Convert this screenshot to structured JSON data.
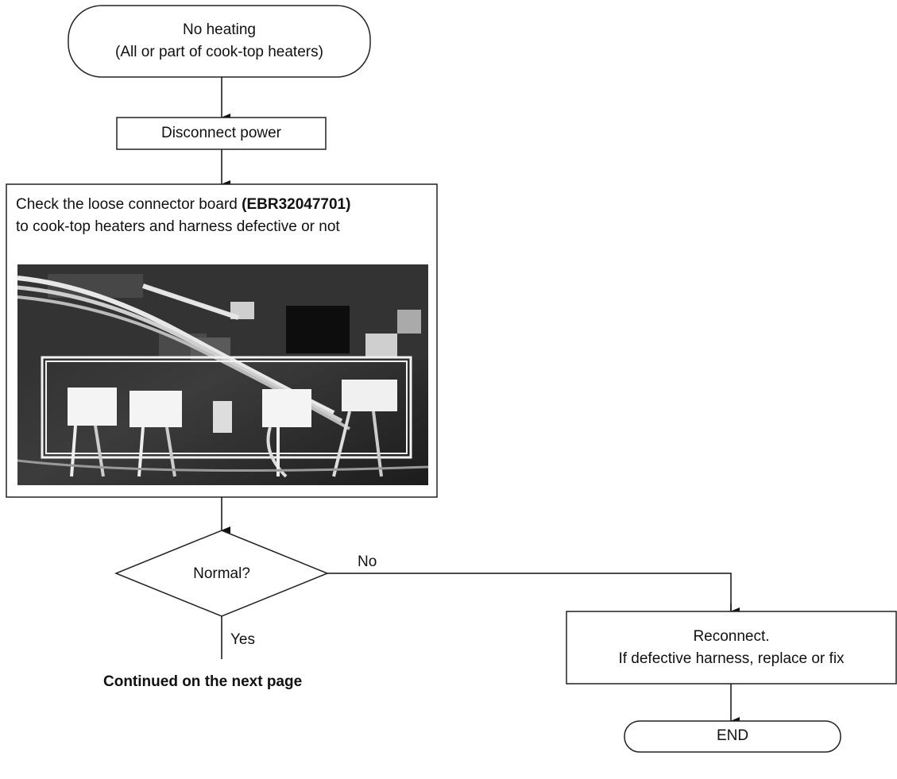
{
  "start": {
    "line1": "No heating",
    "line2": "(All or part of cook-top heaters)"
  },
  "step1": {
    "label": "Disconnect power"
  },
  "step2": {
    "text_prefix": "Check the loose connector board",
    "part_number": "(EBR32047701)",
    "text_line2": "to cook-top heaters and harness defective or not"
  },
  "decision": {
    "label": "Normal?",
    "no_label": "No",
    "yes_label": "Yes"
  },
  "continued": {
    "label": "Continued on the next page"
  },
  "fix_step": {
    "line1": "Reconnect.",
    "line2": "If defective harness, replace or fix"
  },
  "end": {
    "label": "END"
  }
}
